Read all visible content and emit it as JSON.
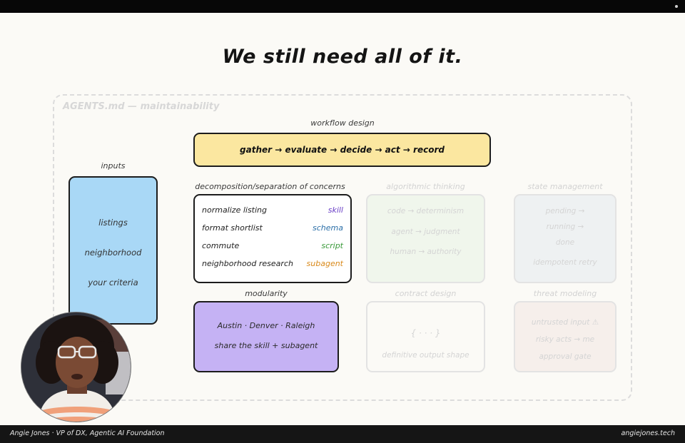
{
  "slide": {
    "title": "We still need all of it.",
    "frame_label": "AGENTS.md — maintainability"
  },
  "workflow": {
    "label": "workflow design",
    "text": "gather → evaluate → decide → act → record"
  },
  "inputs": {
    "label": "inputs",
    "items": [
      "listings",
      "neighborhood",
      "your criteria"
    ]
  },
  "decomposition": {
    "label": "decomposition/separation of concerns",
    "rows": [
      {
        "name": "normalize listing",
        "tag": "skill",
        "color": "#6a3fc6"
      },
      {
        "name": "format shortlist",
        "tag": "schema",
        "color": "#2c6fa8"
      },
      {
        "name": "commute",
        "tag": "script",
        "color": "#3a9a3a"
      },
      {
        "name": "neighborhood research",
        "tag": "subagent",
        "color": "#d9891a"
      }
    ]
  },
  "algorithmic": {
    "label": "algorithmic thinking",
    "lines": [
      "code → determinism",
      "agent → judgment",
      "human → authority"
    ]
  },
  "state": {
    "label": "state management",
    "lines": [
      "pending →",
      "running →",
      "done",
      "idempotent retry"
    ]
  },
  "modularity": {
    "label": "modularity",
    "lines": [
      "Austin · Denver · Raleigh",
      "share the skill + subagent"
    ]
  },
  "contract": {
    "label": "contract design",
    "lines": [
      "{ · · · }",
      "definitive output shape"
    ]
  },
  "threat": {
    "label": "threat modeling",
    "lines": [
      "untrusted input ⚠",
      "risky acts → me",
      "approval gate"
    ]
  },
  "footer": {
    "speaker": "Angie Jones · VP of DX, Agentic AI Foundation",
    "site": "angiejones.tech"
  },
  "colors": {
    "workflow_fill": "#fbe7a0",
    "inputs_fill": "#a9d8f6",
    "modularity_fill": "#c5b2f4"
  }
}
